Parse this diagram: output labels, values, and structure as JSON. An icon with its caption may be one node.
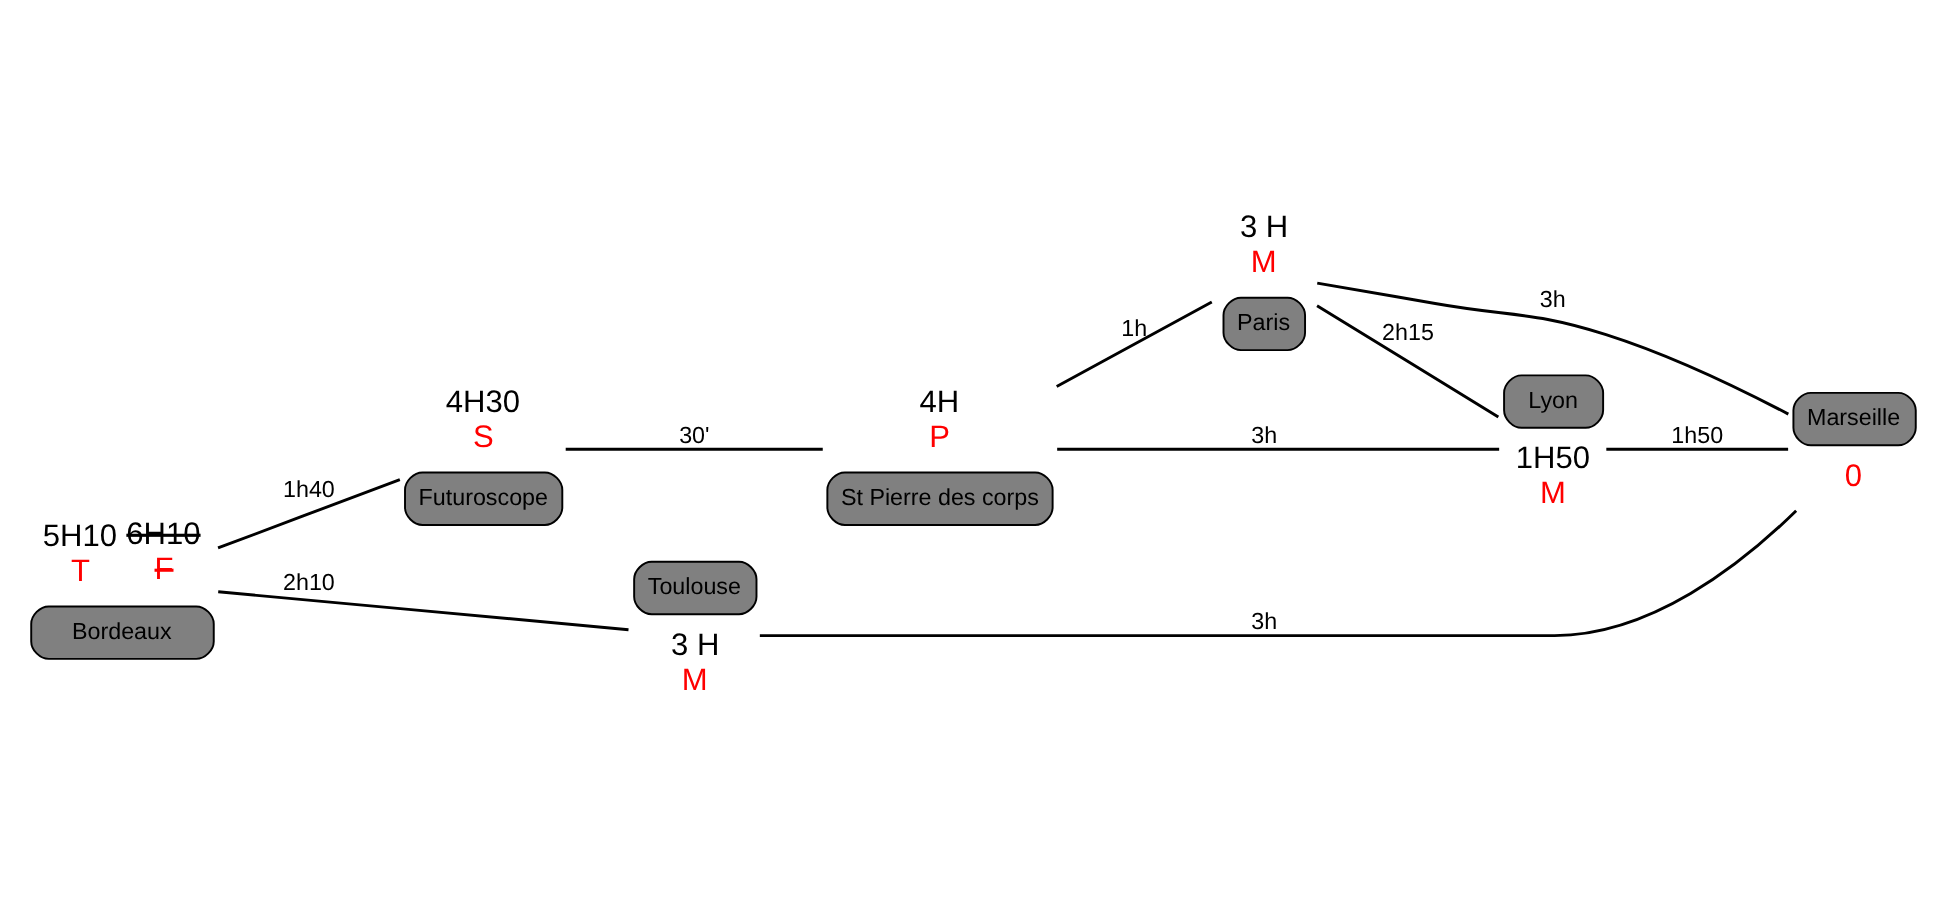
{
  "diagram": {
    "nodes": [
      {
        "text": [
          "St Pierre des corps"
        ],
        "beside": [
          "4H",
          "P"
        ]
      },
      {
        "text": [
          "Paris"
        ],
        "beside": [
          "3 H",
          "M"
        ]
      },
      {
        "text": [
          "Futuroscope"
        ],
        "beside": [
          "4H30",
          "S"
        ]
      },
      {
        "text": [
          "Lyon"
        ],
        "beside": [
          "1H50",
          "M"
        ]
      },
      {
        "text": [
          "Bordeaux"
        ],
        "beside": [
          "5H10",
          "T",
          "6H10",
          "F"
        ]
      },
      {
        "text": [
          "Marseille"
        ],
        "beside": [
          "0"
        ]
      },
      {
        "text": [
          "Toulouse"
        ],
        "beside": [
          "3 H",
          "M"
        ]
      }
    ],
    "edges": [
      {
        "from": 0,
        "to": 1,
        "arrow": "none",
        "label": "1h"
      },
      {
        "from": 0,
        "to": 3,
        "arrow": "none",
        "label": "3h"
      },
      {
        "from": 2,
        "to": 0,
        "arrow": "none",
        "label": "30'"
      },
      {
        "from": 1,
        "to": 3,
        "arrow": "none",
        "label": "2h15"
      },
      {
        "from": 1,
        "to": 5,
        "arrow": "none",
        "label": "3h"
      },
      {
        "from": 4,
        "to": 2,
        "arrow": "none",
        "label": "1h40"
      },
      {
        "from": 3,
        "to": 5,
        "arrow": "none",
        "label": "1h50"
      },
      {
        "from": 4,
        "to": 6,
        "arrow": "none",
        "label": "2h10"
      },
      {
        "from": 6,
        "to": 5,
        "arrow": "none",
        "label": "3h"
      }
    ]
  }
}
